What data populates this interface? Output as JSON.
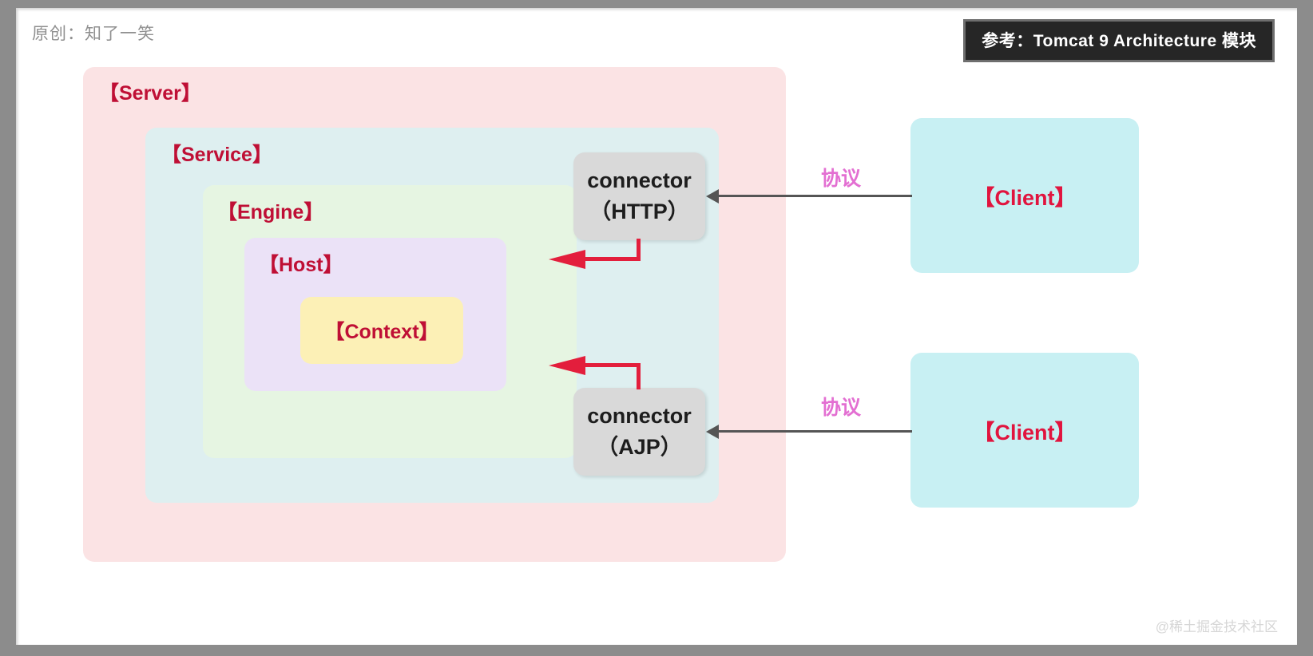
{
  "header": {
    "credit": "原创：知了一笑",
    "reference_badge": "参考：Tomcat 9 Architecture 模块"
  },
  "footer": {
    "watermark": "@稀土掘金技术社区"
  },
  "diagram": {
    "containers": [
      {
        "key": "server",
        "label": "【Server】",
        "color": "#fbe3e4"
      },
      {
        "key": "service",
        "label": "【Service】",
        "color": "#deeff0"
      },
      {
        "key": "engine",
        "label": "【Engine】",
        "color": "#e6f5e2"
      },
      {
        "key": "host",
        "label": "【Host】",
        "color": "#ebe2f7"
      },
      {
        "key": "context",
        "label": "【Context】",
        "color": "#fcf0b6"
      }
    ],
    "connectors": [
      {
        "key": "http",
        "title": "connector",
        "protocol": "（HTTP）",
        "color": "#d9d9d9"
      },
      {
        "key": "ajp",
        "title": "connector",
        "protocol": "（AJP）",
        "color": "#d9d9d9"
      }
    ],
    "clients": [
      {
        "key": "client_top",
        "label": "【Client】",
        "color": "#c8f0f3"
      },
      {
        "key": "client_bottom",
        "label": "【Client】",
        "color": "#c8f0f3"
      }
    ],
    "edges": [
      {
        "key": "proto_top",
        "label": "协议",
        "from": "client_top",
        "to": "http",
        "color": "#e36fd2"
      },
      {
        "key": "proto_bottom",
        "label": "协议",
        "from": "client_bottom",
        "to": "ajp",
        "color": "#e36fd2"
      },
      {
        "key": "http_to_engine",
        "label": "",
        "from": "http",
        "to": "engine",
        "color": "#e31e3c"
      },
      {
        "key": "ajp_to_host",
        "label": "",
        "from": "ajp",
        "to": "host",
        "color": "#e31e3c"
      }
    ],
    "colors": {
      "label_red": "#bf0f35",
      "client_red": "#e1143e",
      "arrow_red": "#e31e3c",
      "arrow_dark": "#555555",
      "protocol_pink": "#e36fd2",
      "badge_bg": "#262626",
      "frame_grey": "#8c8c8c"
    }
  }
}
